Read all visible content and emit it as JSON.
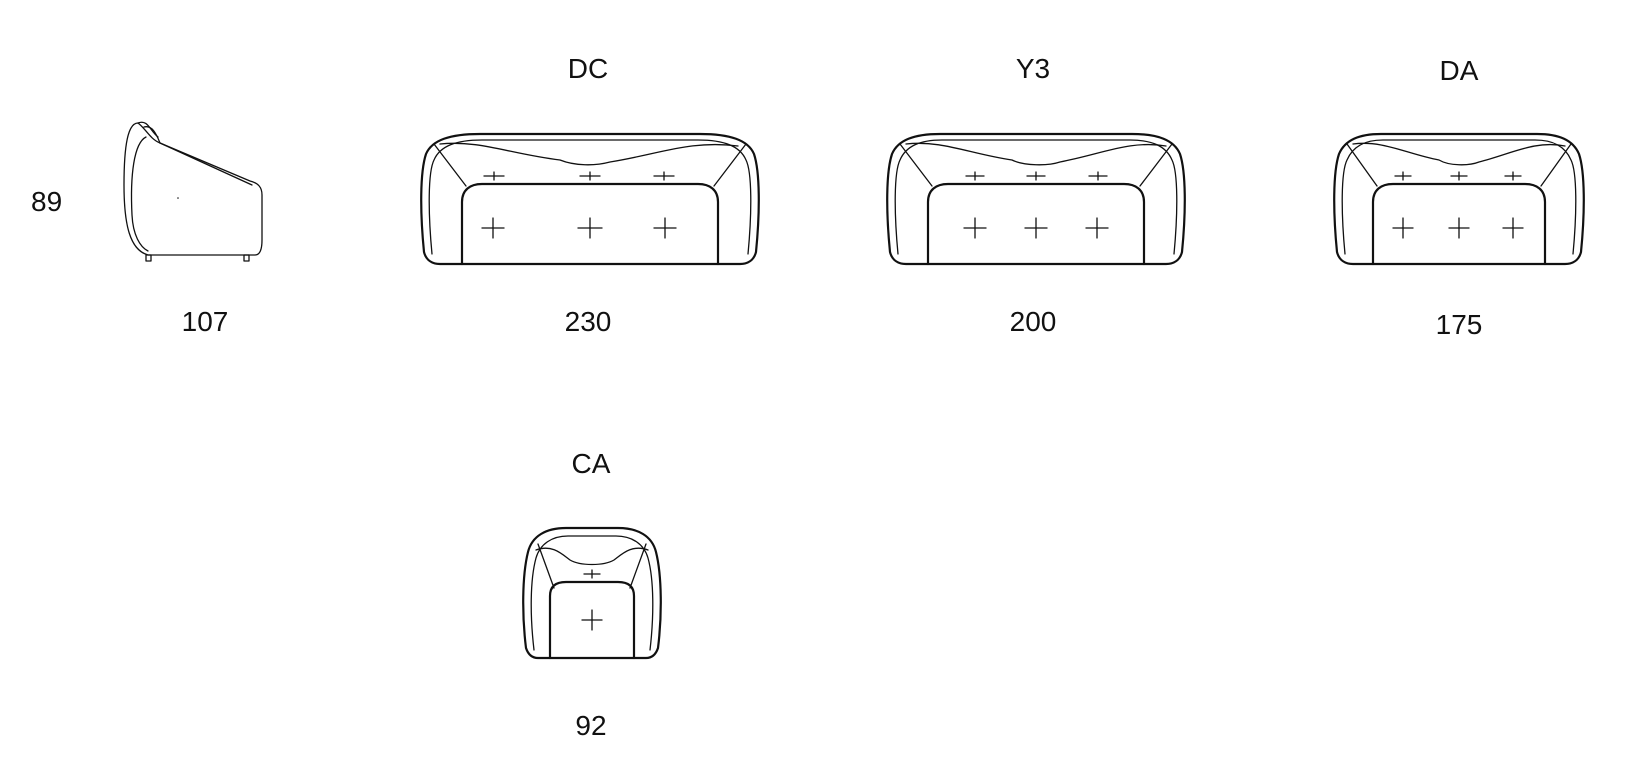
{
  "side_view": {
    "height_label": "89",
    "depth_label": "107"
  },
  "modules": [
    {
      "code": "DC",
      "width": "230"
    },
    {
      "code": "Y3",
      "width": "200"
    },
    {
      "code": "DA",
      "width": "175"
    },
    {
      "code": "CA",
      "width": "92"
    }
  ]
}
